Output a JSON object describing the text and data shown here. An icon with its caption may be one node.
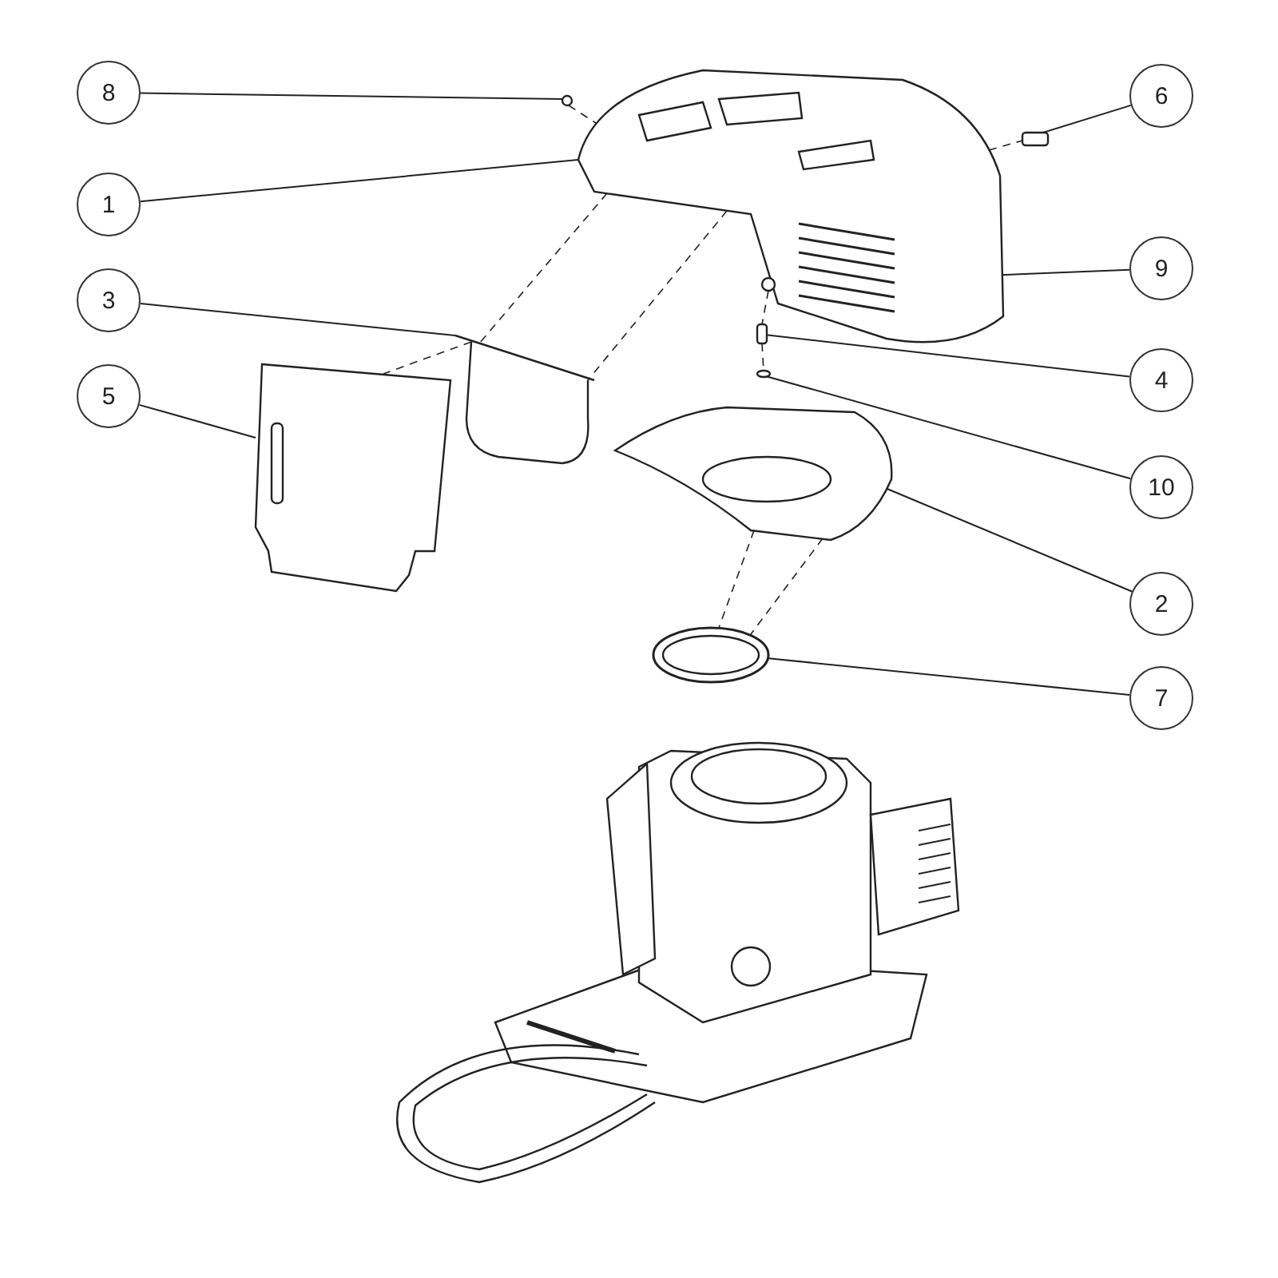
{
  "diagram": {
    "nodes": [
      {
        "text": [
          "8"
        ]
      },
      {
        "text": [
          "6"
        ]
      },
      {
        "text": [
          "1"
        ]
      },
      {
        "text": [
          "9"
        ]
      },
      {
        "text": [
          "3"
        ]
      },
      {
        "text": [
          "4"
        ]
      },
      {
        "text": [
          "5"
        ]
      },
      {
        "text": [
          "10"
        ]
      },
      {
        "text": [
          "2"
        ]
      },
      {
        "text": [
          "7"
        ]
      },
      {
        "text": [],
        "shape": "circle"
      },
      {
        "text": [],
        "shape": "picture"
      },
      {
        "text": [],
        "shape": "box"
      },
      {
        "text": [],
        "shape": "circle"
      },
      {
        "text": [],
        "shape": "picture"
      },
      {
        "text": [],
        "shape": "box"
      },
      {
        "text": [],
        "shape": "picture"
      },
      {
        "text": [],
        "shape": "circle"
      },
      {
        "text": [],
        "shape": "picture"
      },
      {
        "text": [],
        "shape": "picture"
      }
    ],
    "edges": [
      {
        "from": 0,
        "to": 10,
        "arrow": "none"
      },
      {
        "from": 1,
        "to": 12,
        "arrow": "none"
      },
      {
        "from": 2,
        "to": 11,
        "arrow": "none"
      },
      {
        "from": 3,
        "to": 13,
        "arrow": "none"
      },
      {
        "from": 4,
        "to": 14,
        "arrow": "none"
      },
      {
        "from": 5,
        "to": 15,
        "arrow": "none"
      },
      {
        "from": 6,
        "to": 16,
        "arrow": "none"
      },
      {
        "from": 7,
        "to": 17,
        "arrow": "none"
      },
      {
        "from": 8,
        "to": 18,
        "arrow": "none"
      },
      {
        "from": 9,
        "to": 19,
        "arrow": "none"
      },
      {
        "from": 10,
        "to": 11,
        "arrow": "none",
        "style": "dashed"
      },
      {
        "from": 11,
        "to": 12,
        "arrow": "none",
        "style": "dashed"
      },
      {
        "from": 11,
        "to": 14,
        "arrow": "none",
        "style": "dashed"
      },
      {
        "from": 11,
        "to": 14,
        "arrow": "none",
        "style": "dashed"
      },
      {
        "from": 14,
        "to": 16,
        "arrow": "none",
        "style": "dashed"
      },
      {
        "from": 13,
        "to": 15,
        "arrow": "none",
        "style": "dashed"
      },
      {
        "from": 15,
        "to": 17,
        "arrow": "none",
        "style": "dashed"
      },
      {
        "from": 18,
        "to": 19,
        "arrow": "none",
        "style": "dashed"
      },
      {
        "from": 18,
        "to": 19,
        "arrow": "none",
        "style": "dashed"
      }
    ]
  }
}
